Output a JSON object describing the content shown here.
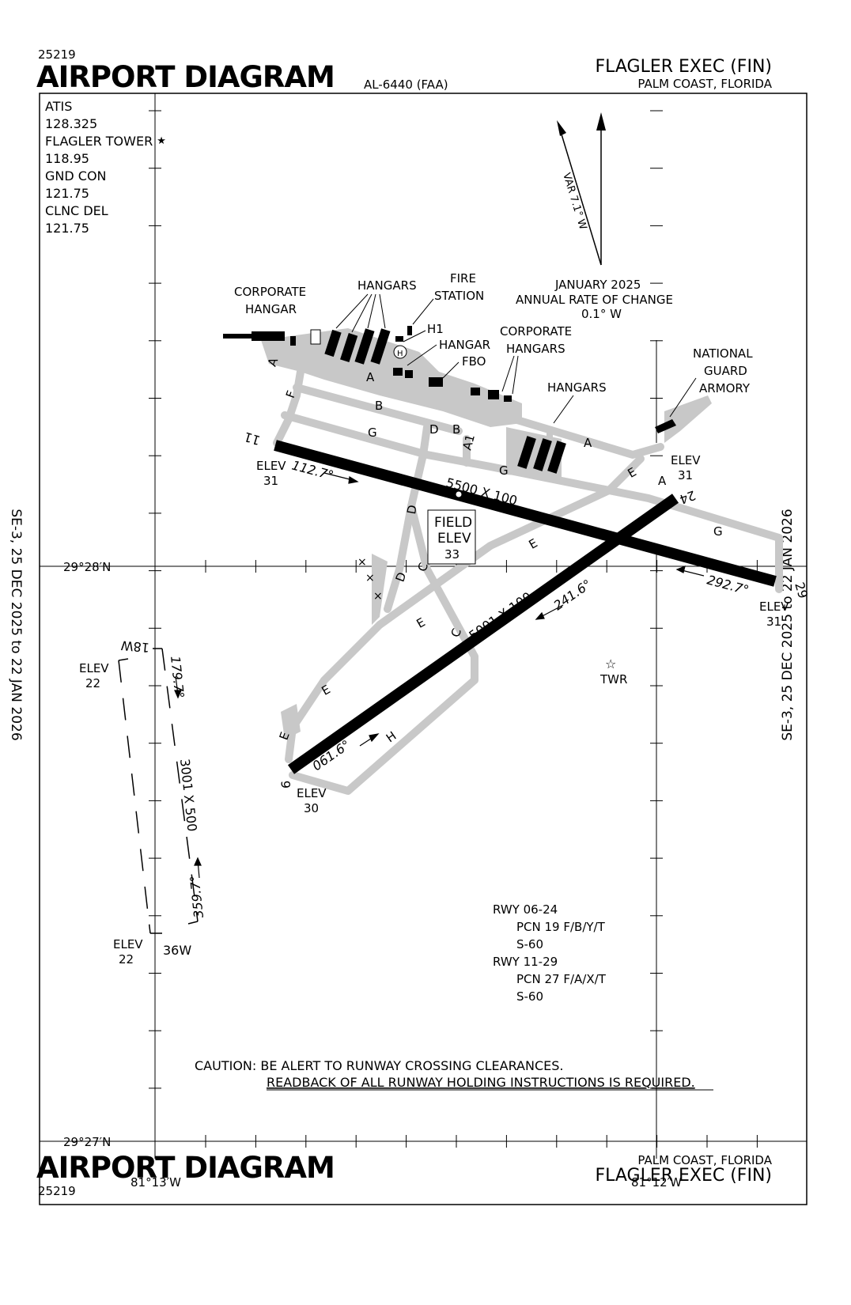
{
  "header": {
    "proc_id": "25219",
    "title": "AIRPORT DIAGRAM",
    "doc_id": "AL-6440 (FAA)",
    "airport": "FLAGLER EXEC (FIN)",
    "city": "PALM COAST, FLORIDA"
  },
  "footer": {
    "title": "AIRPORT DIAGRAM",
    "proc_id": "25219",
    "city": "PALM COAST, FLORIDA",
    "airport": "FLAGLER EXEC (FIN)"
  },
  "cycle_text": "SE-3,  25 DEC 2025  to  22 JAN 2026",
  "frequencies": [
    "ATIS",
    "128.325",
    "FLAGLER TOWER",
    "118.95",
    "GND CON",
    "121.75",
    "CLNC DEL",
    "121.75"
  ],
  "magvar": {
    "var": "VAR 7.1° W",
    "date": "JANUARY 2025",
    "rate_label": "ANNUAL RATE OF CHANGE",
    "rate": "0.1° W"
  },
  "coords": {
    "lat1": "29°28′N",
    "lat2": "29°27′N",
    "lon1": "81°13′W",
    "lon2": "81°12′W"
  },
  "buildings": {
    "corp_hangar": [
      "CORPORATE",
      "HANGAR"
    ],
    "hangars1": "HANGARS",
    "fire": [
      "FIRE",
      "STATION"
    ],
    "h1": "H1",
    "heli": "H",
    "hangar": "HANGAR",
    "fbo": "FBO",
    "corp_hangars": [
      "CORPORATE",
      "HANGARS"
    ],
    "hangars2": "HANGARS",
    "guard": [
      "NATIONAL",
      "GUARD",
      "ARMORY"
    ],
    "twr": "TWR"
  },
  "runways": {
    "r11": "11",
    "r29": "29",
    "r06": "6",
    "r24": "24",
    "r18w": "18W",
    "r36w": "36W",
    "dim_11_29": "5500 X 100",
    "dim_06_24": "5001 X 100",
    "dim_water": "3001 X 500",
    "hdg_112": "112.7°",
    "hdg_292": "292.7°",
    "hdg_241": "241.6°",
    "hdg_061": "061.6°",
    "hdg_179": "179.7°",
    "hdg_359": "359.7°"
  },
  "elevations": {
    "elev": "ELEV",
    "e11": "31",
    "e29": "31",
    "e24": "31",
    "e06": "30",
    "e18w": "22",
    "e36w": "22",
    "field": [
      "FIELD",
      "ELEV",
      "33"
    ]
  },
  "taxiways": {
    "A": "A",
    "B": "B",
    "D": "D",
    "A1": "A1",
    "F": "F",
    "G": "G",
    "E": "E",
    "C": "C",
    "H": "H"
  },
  "pcn": [
    "RWY 06-24",
    "PCN 19 F/B/Y/T",
    "S-60",
    "RWY 11-29",
    "PCN 27 F/A/X/T",
    "S-60"
  ],
  "caution": {
    "line1": "CAUTION: BE ALERT TO RUNWAY CROSSING CLEARANCES.",
    "line2": "READBACK OF ALL RUNWAY HOLDING INSTRUCTIONS IS REQUIRED."
  },
  "colors": {
    "runway": "#000000",
    "taxiway": "#c8c8c8",
    "ink": "#000000"
  }
}
